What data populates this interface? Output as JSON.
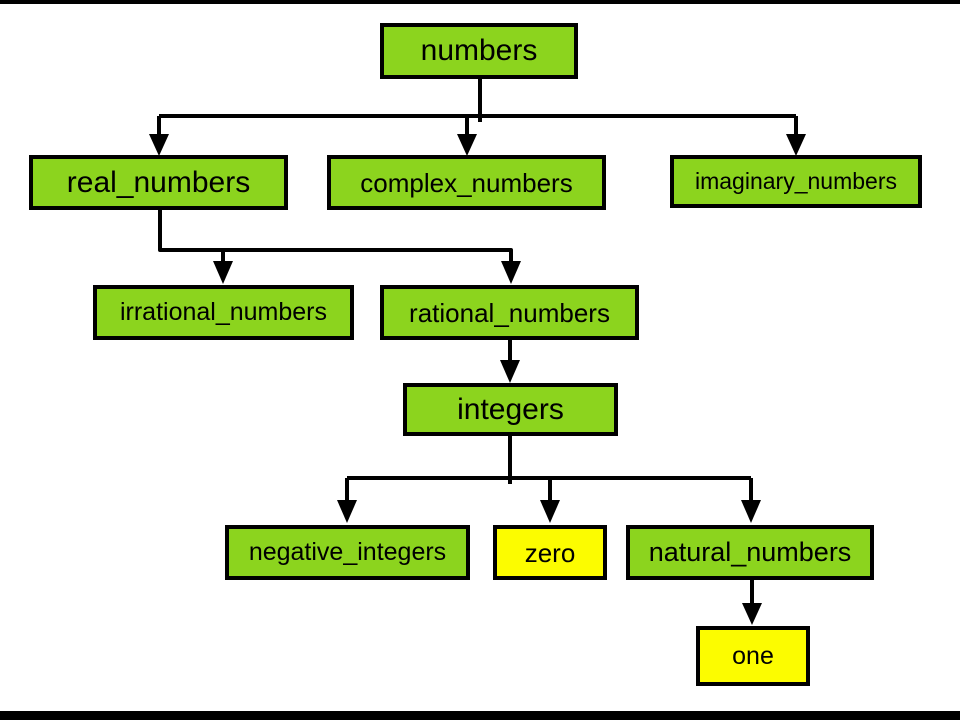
{
  "diagram": {
    "colors": {
      "green": "#8CD41E",
      "yellow": "#FCFC00",
      "border": "#000000",
      "edge": "#000000",
      "background": "#FFFFFF"
    },
    "nodes": [
      {
        "id": "numbers",
        "label": "numbers",
        "fill": "green"
      },
      {
        "id": "real_numbers",
        "label": "real_numbers",
        "fill": "green"
      },
      {
        "id": "complex_numbers",
        "label": "complex_numbers",
        "fill": "green"
      },
      {
        "id": "imaginary_numbers",
        "label": "imaginary_numbers",
        "fill": "green"
      },
      {
        "id": "irrational_numbers",
        "label": "irrational_numbers",
        "fill": "green"
      },
      {
        "id": "rational_numbers",
        "label": "rational_numbers",
        "fill": "green"
      },
      {
        "id": "integers",
        "label": "integers",
        "fill": "green"
      },
      {
        "id": "negative_integers",
        "label": "negative_integers",
        "fill": "green"
      },
      {
        "id": "zero",
        "label": "zero",
        "fill": "yellow"
      },
      {
        "id": "natural_numbers",
        "label": "natural_numbers",
        "fill": "green"
      },
      {
        "id": "one",
        "label": "one",
        "fill": "yellow"
      }
    ],
    "edges": [
      {
        "from": "numbers",
        "to": "real_numbers"
      },
      {
        "from": "numbers",
        "to": "complex_numbers"
      },
      {
        "from": "numbers",
        "to": "imaginary_numbers"
      },
      {
        "from": "real_numbers",
        "to": "irrational_numbers"
      },
      {
        "from": "real_numbers",
        "to": "rational_numbers"
      },
      {
        "from": "rational_numbers",
        "to": "integers"
      },
      {
        "from": "integers",
        "to": "negative_integers"
      },
      {
        "from": "integers",
        "to": "zero"
      },
      {
        "from": "integers",
        "to": "natural_numbers"
      },
      {
        "from": "natural_numbers",
        "to": "one"
      }
    ]
  }
}
